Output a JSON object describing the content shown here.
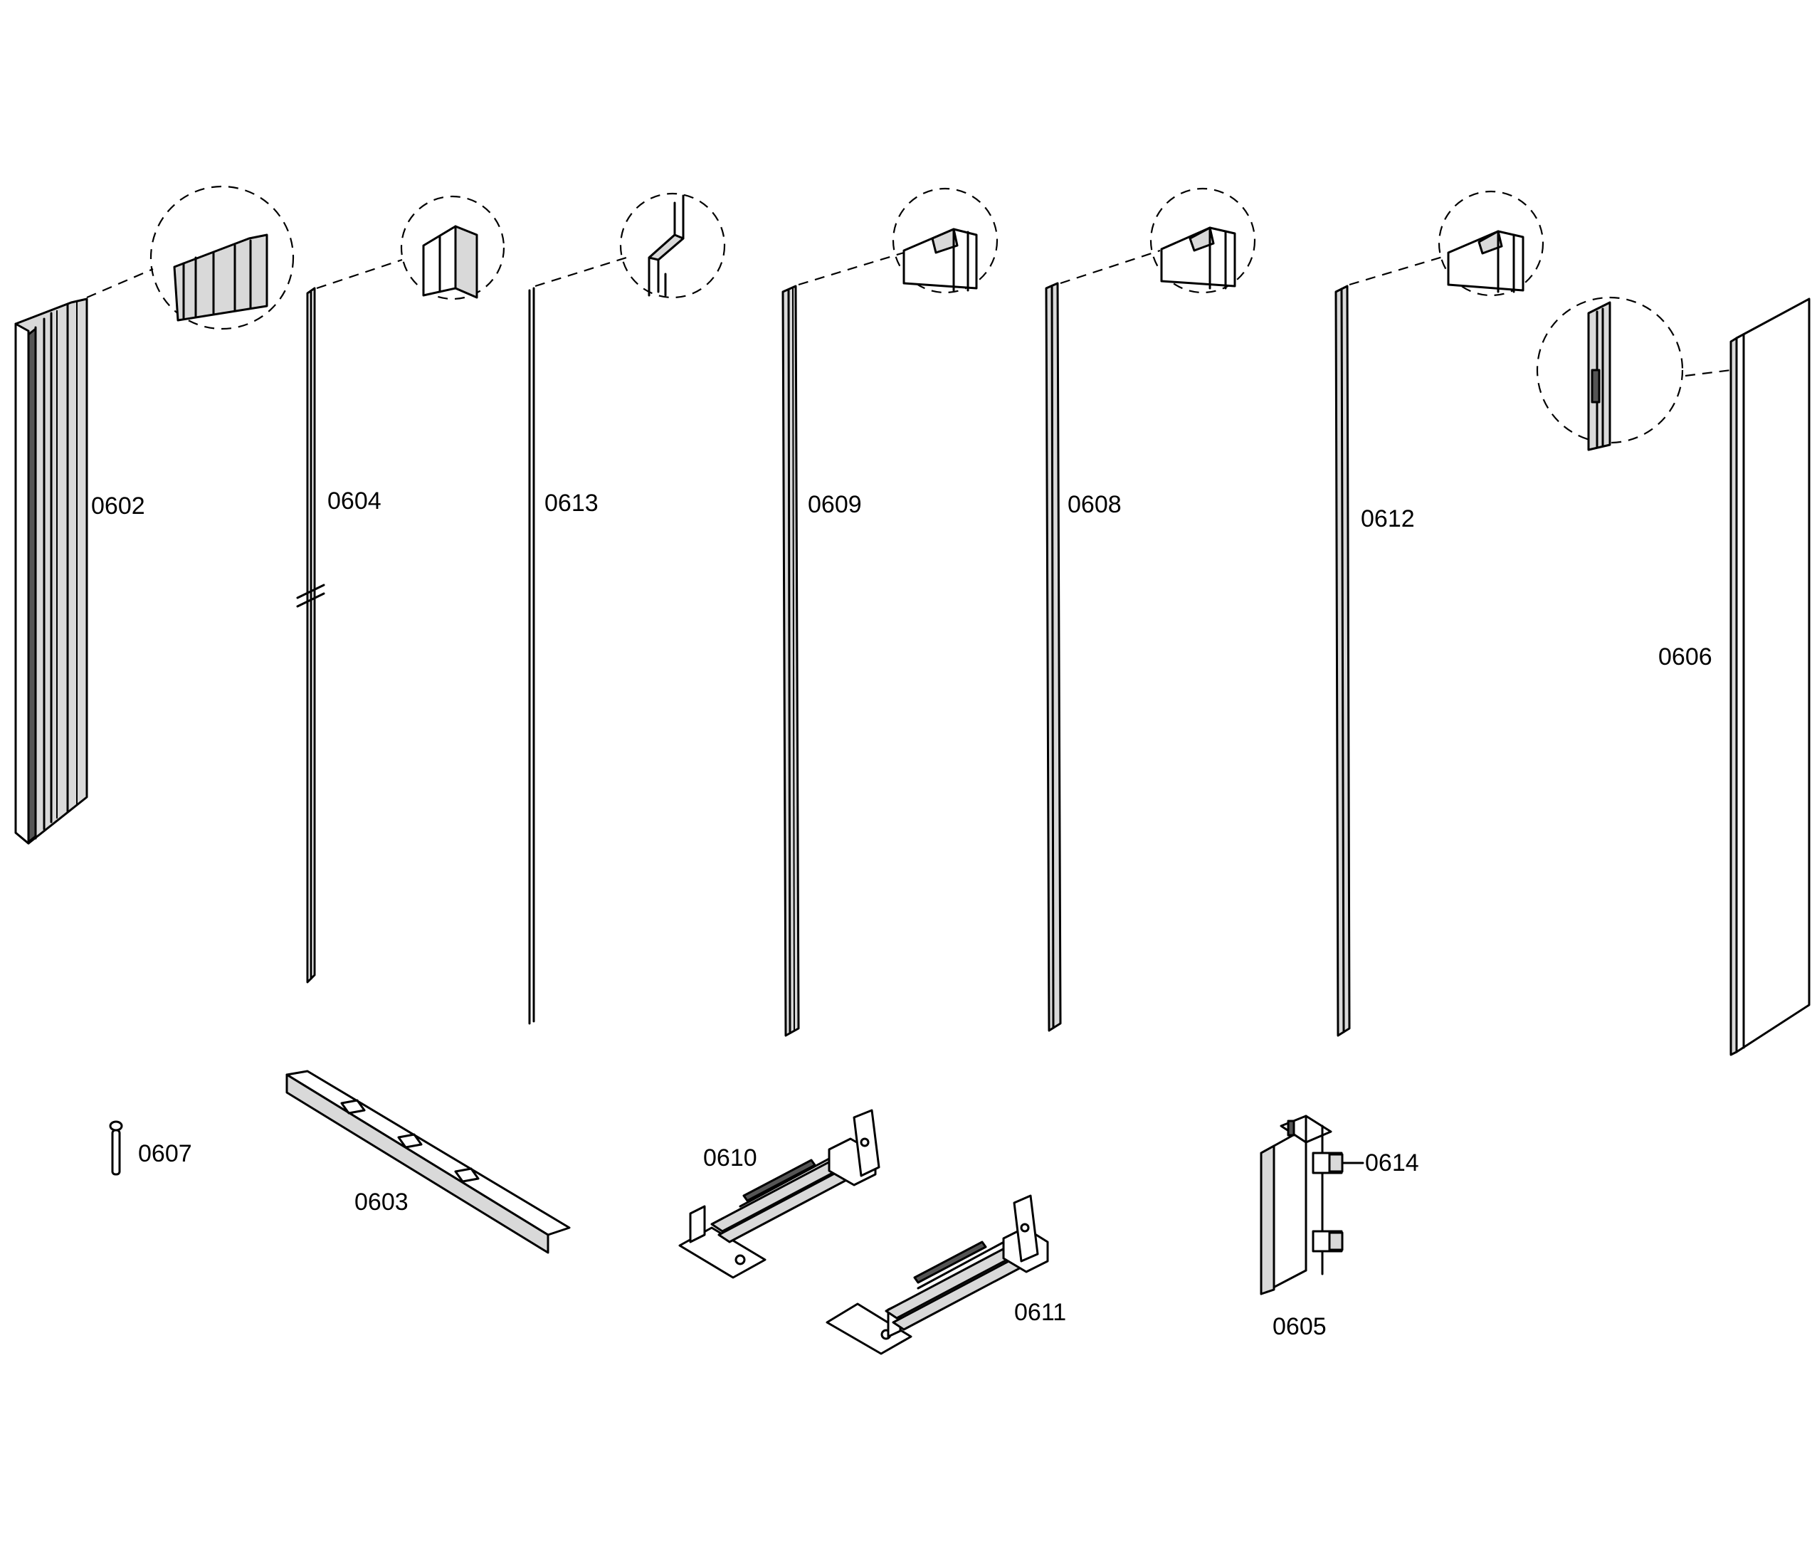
{
  "diagram": {
    "parts": [
      {
        "id": "0602",
        "label": "0602"
      },
      {
        "id": "0604",
        "label": "0604"
      },
      {
        "id": "0613",
        "label": "0613"
      },
      {
        "id": "0609",
        "label": "0609"
      },
      {
        "id": "0608",
        "label": "0608"
      },
      {
        "id": "0612",
        "label": "0612"
      },
      {
        "id": "0606",
        "label": "0606"
      },
      {
        "id": "0607",
        "label": "0607"
      },
      {
        "id": "0603",
        "label": "0603"
      },
      {
        "id": "0610",
        "label": "0610"
      },
      {
        "id": "0611",
        "label": "0611"
      },
      {
        "id": "0614",
        "label": "0614"
      },
      {
        "id": "0605",
        "label": "0605"
      }
    ]
  }
}
